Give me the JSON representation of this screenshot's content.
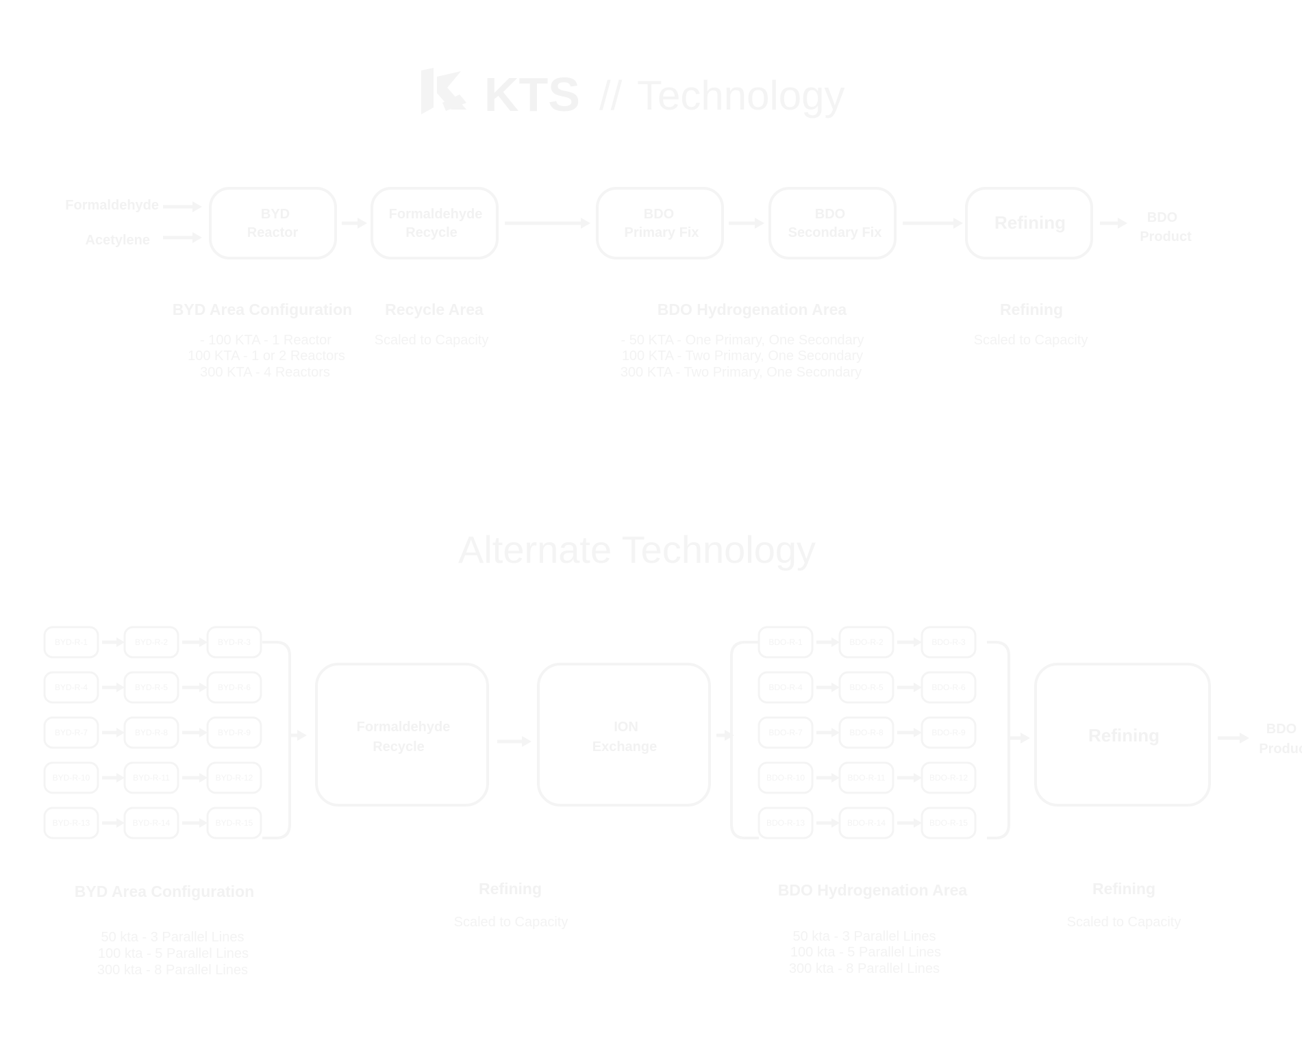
{
  "header": {
    "logo_text": "KTS",
    "separator": "//",
    "title": "Technology"
  },
  "top_flow": {
    "inputs": [
      "Formaldehyde",
      "Acetylene"
    ],
    "boxes": [
      {
        "line1": "BYD",
        "line2": "Reactor"
      },
      {
        "line1": "Formaldehyde",
        "line2": "Recycle"
      },
      {
        "line1": "BDO",
        "line2": "Primary Fix"
      },
      {
        "line1": "BDO",
        "line2": "Secondary Fix"
      },
      {
        "line1": "Refining",
        "line2": ""
      }
    ],
    "output": {
      "line1": "BDO",
      "line2": "Product"
    },
    "areas": [
      {
        "heading": "BYD Area Configuration",
        "lines": [
          "- 100 KTA - 1 Reactor",
          "100 KTA - 1 or 2 Reactors",
          "300 KTA - 4 Reactors"
        ]
      },
      {
        "heading": "Recycle Area",
        "lines": [
          "Scaled to Capacity"
        ]
      },
      {
        "heading": "BDO Hydrogenation Area",
        "lines": [
          "- 50 KTA - One Primary, One Secondary",
          "100 KTA - Two Primary, One Secondary",
          "300 KTA - Two Primary, One Secondary"
        ]
      },
      {
        "heading": "Refining",
        "lines": [
          "Scaled to Capacity"
        ]
      }
    ]
  },
  "alternate": {
    "title": "Alternate Technology",
    "left_grid_labels": [
      [
        "BYD-R-1",
        "BYD-R-2",
        "BYD-R-3"
      ],
      [
        "BYD-R-4",
        "BYD-R-5",
        "BYD-R-6"
      ],
      [
        "BYD-R-7",
        "BYD-R-8",
        "BYD-R-9"
      ],
      [
        "BYD-R-10",
        "BYD-R-11",
        "BYD-R-12"
      ],
      [
        "BYD-R-13",
        "BYD-R-14",
        "BYD-R-15"
      ]
    ],
    "right_grid_labels": [
      [
        "BDO-R-1",
        "BDO-R-2",
        "BDO-R-3"
      ],
      [
        "BDO-R-4",
        "BDO-R-5",
        "BDO-R-6"
      ],
      [
        "BDO-R-7",
        "BDO-R-8",
        "BDO-R-9"
      ],
      [
        "BDO-R-10",
        "BDO-R-11",
        "BDO-R-12"
      ],
      [
        "BDO-R-13",
        "BDO-R-14",
        "BDO-R-15"
      ]
    ],
    "boxes": [
      {
        "line1": "Formaldehyde",
        "line2": "Recycle"
      },
      {
        "line1": "ION",
        "line2": "Exchange"
      },
      {
        "line1": "Refining",
        "line2": ""
      }
    ],
    "output": {
      "line1": "BDO",
      "line2": "Product"
    },
    "areas": [
      {
        "heading": "BYD Area Configuration",
        "lines": [
          "50 kta - 3 Parallel Lines",
          "100 kta - 5 Parallel Lines",
          "300 kta - 8 Parallel Lines"
        ]
      },
      {
        "heading": "Refining",
        "lines": [
          "Scaled to Capacity"
        ]
      },
      {
        "heading": "BDO Hydrogenation Area",
        "lines": [
          "50 kta - 3 Parallel Lines",
          "100 kta - 5 Parallel Lines",
          "300 kta - 8 Parallel Lines"
        ]
      },
      {
        "heading": "Refining",
        "lines": [
          "Scaled to Capacity"
        ]
      }
    ]
  },
  "colors": {
    "stroke": "#f4f4f4",
    "text": "#f2f2f2",
    "background": "#ffffff"
  }
}
